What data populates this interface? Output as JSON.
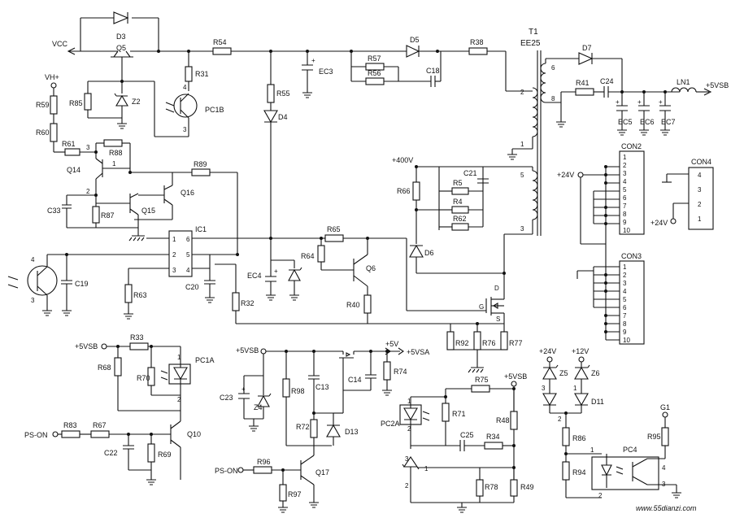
{
  "watermark": "www.55dianzi.com",
  "colors": {
    "ink": "#111111",
    "paper": "#ffffff",
    "watermark": "#d81e1e"
  },
  "nets": {
    "vcc": "VCC",
    "vh": "VH+",
    "v400": "+400V",
    "v24": "+24V",
    "v12": "+12V",
    "v5vsb": "+5VSB",
    "v5vsa": "+5VSA",
    "v5": "+5V",
    "ps_on": "PS-ON",
    "g1": "G1"
  },
  "components": {
    "D3": "D3",
    "Q5": "Q5",
    "R54": "R54",
    "R31": "R31",
    "R85": "R85",
    "Z2": "Z2",
    "PC1B": "PC1B",
    "R59": "R59",
    "R60": "R60",
    "R61": "R61",
    "R88": "R88",
    "Q14": "Q14",
    "R89": "R89",
    "Q16": "Q16",
    "C33": "C33",
    "R87": "R87",
    "Q15": "Q15",
    "IC1": "IC1",
    "C19": "C19",
    "R63": "R63",
    "C20": "C20",
    "R32": "R32",
    "EC4": "EC4",
    "R55": "R55",
    "D4": "D4",
    "EC3": "EC3",
    "R57": "R57",
    "R56": "R56",
    "D5": "D5",
    "C18": "C18",
    "R38": "R38",
    "T1": "T1",
    "EE25": "EE25",
    "R65": "R65",
    "R64": "R64",
    "Q6": "Q6",
    "R40": "R40",
    "R66": "R66",
    "R5": "R5",
    "C21": "C21",
    "R4": "R4",
    "R62": "R62",
    "D6": "D6",
    "R92": "R92",
    "R76": "R76",
    "R77": "R77",
    "D7": "D7",
    "R41": "R41",
    "C24": "C24",
    "LN1": "LN1",
    "EC5": "EC5",
    "EC6": "EC6",
    "EC7": "EC7",
    "CON2": "CON2",
    "CON4": "CON4",
    "CON3": "CON3",
    "R33": "R33",
    "R68": "R68",
    "R70": "R70",
    "PC1A": "PC1A",
    "R83": "R83",
    "R67": "R67",
    "Q10": "Q10",
    "C22": "C22",
    "R69": "R69",
    "C23": "C23",
    "Z4": "Z4",
    "R98": "R98",
    "C13": "C13",
    "R72": "R72",
    "D13": "D13",
    "C14": "C14",
    "R74": "R74",
    "R96": "R96",
    "Q17": "Q17",
    "R97": "R97",
    "R75": "R75",
    "R71": "R71",
    "PC2A": "PC2A",
    "R48": "R48",
    "C25": "C25",
    "R34": "R34",
    "R78": "R78",
    "R49": "R49",
    "Z5": "Z5",
    "Z6": "Z6",
    "D11": "D11",
    "R86": "R86",
    "R94": "R94",
    "PC4": "PC4",
    "R95": "R95"
  },
  "pins": {
    "n1": "1",
    "n2": "2",
    "n3": "3",
    "n4": "4",
    "n5": "5",
    "n6": "6",
    "n7": "7",
    "n8": "8",
    "n9": "9",
    "n10": "10",
    "d": "D",
    "g": "G",
    "s": "S"
  }
}
